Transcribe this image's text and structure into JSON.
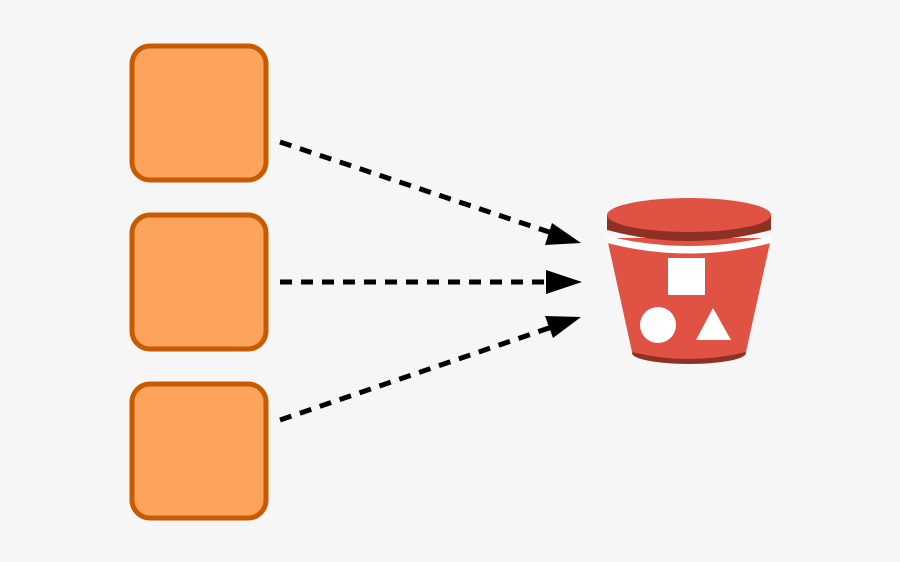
{
  "diagram": {
    "sources": [
      {
        "icon": "orange-square-source"
      },
      {
        "icon": "orange-square-source"
      },
      {
        "icon": "orange-square-source"
      }
    ],
    "target": {
      "icon": "storage-bucket-icon"
    },
    "connector_style": "dashed-arrow",
    "colors": {
      "background": "#f6f6f6",
      "source_fill": "#fda45c",
      "source_stroke": "#c85a00",
      "bucket_body": "#e05243",
      "bucket_dark": "#8c3123",
      "arrow": "#000000",
      "symbol": "#ffffff"
    }
  }
}
